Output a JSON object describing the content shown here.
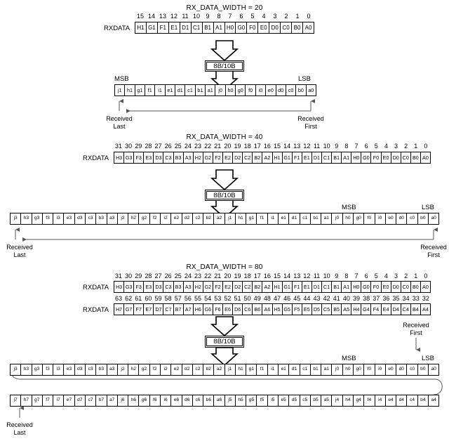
{
  "diagram": {
    "title_20": "RX_DATA_WIDTH = 20",
    "title_40": "RX_DATA_WIDTH = 40",
    "title_80": "RX_DATA_WIDTH = 80",
    "rxdata_label": "RXDATA",
    "codec_label": "8B/10B",
    "msb_label": "MSB",
    "lsb_label": "LSB",
    "received_first": "Received\nFirst",
    "received_last": "Received\nLast",
    "received_first_line1": "Received",
    "received_first_line2": "First",
    "received_last_line1": "Received",
    "received_last_line2": "Last"
  },
  "section20": {
    "indices": [
      "15",
      "14",
      "13",
      "12",
      "11",
      "10",
      "9",
      "8",
      "7",
      "6",
      "5",
      "4",
      "3",
      "2",
      "1",
      "0"
    ],
    "rxdata": [
      "H1",
      "G1",
      "F1",
      "E1",
      "D1",
      "C1",
      "B1",
      "A1",
      "H0",
      "G0",
      "F0",
      "E0",
      "D0",
      "C0",
      "B0",
      "A0"
    ],
    "decoded": [
      "j1",
      "h1",
      "g1",
      "f1",
      "i1",
      "e1",
      "d1",
      "c1",
      "b1",
      "a1",
      "j0",
      "h0",
      "g0",
      "f0",
      "i0",
      "e0",
      "d0",
      "c0",
      "b0",
      "a0"
    ]
  },
  "section40": {
    "indices": [
      "31",
      "30",
      "29",
      "28",
      "27",
      "26",
      "25",
      "24",
      "23",
      "22",
      "21",
      "20",
      "19",
      "18",
      "17",
      "16",
      "15",
      "14",
      "13",
      "12",
      "11",
      "10",
      "9",
      "8",
      "7",
      "6",
      "5",
      "4",
      "3",
      "2",
      "1",
      "0"
    ],
    "rxdata": [
      "H3",
      "G3",
      "F3",
      "E3",
      "D3",
      "C3",
      "B3",
      "A3",
      "H2",
      "G2",
      "F2",
      "E2",
      "D2",
      "C2",
      "B2",
      "A2",
      "H1",
      "G1",
      "F1",
      "E1",
      "D1",
      "C1",
      "B1",
      "A1",
      "H0",
      "G0",
      "F0",
      "E0",
      "D0",
      "C0",
      "B0",
      "A0"
    ],
    "decoded": [
      "j3",
      "h3",
      "g3",
      "f3",
      "i3",
      "e3",
      "d3",
      "c3",
      "b3",
      "a3",
      "j2",
      "h2",
      "g2",
      "f2",
      "i2",
      "e2",
      "d2",
      "c2",
      "b2",
      "a2",
      "j1",
      "h1",
      "g1",
      "f1",
      "i1",
      "e1",
      "d1",
      "c1",
      "b1",
      "a1",
      "j0",
      "h0",
      "g0",
      "f0",
      "i0",
      "e0",
      "d0",
      "c0",
      "b0",
      "a0"
    ]
  },
  "section80": {
    "indices_low": [
      "31",
      "30",
      "29",
      "28",
      "27",
      "26",
      "25",
      "24",
      "23",
      "22",
      "21",
      "20",
      "19",
      "18",
      "17",
      "16",
      "15",
      "14",
      "13",
      "12",
      "11",
      "10",
      "9",
      "8",
      "7",
      "6",
      "5",
      "4",
      "3",
      "2",
      "1",
      "0"
    ],
    "rxdata_low": [
      "H3",
      "G3",
      "F3",
      "E3",
      "D3",
      "C3",
      "B3",
      "A3",
      "H2",
      "G2",
      "F2",
      "E2",
      "D2",
      "C2",
      "B2",
      "A2",
      "H1",
      "G1",
      "F1",
      "E1",
      "D1",
      "C1",
      "B1",
      "A1",
      "H0",
      "G0",
      "F0",
      "E0",
      "D0",
      "C0",
      "B0",
      "A0"
    ],
    "indices_high": [
      "63",
      "62",
      "61",
      "60",
      "59",
      "58",
      "57",
      "56",
      "55",
      "54",
      "53",
      "52",
      "51",
      "50",
      "49",
      "48",
      "47",
      "46",
      "45",
      "44",
      "43",
      "42",
      "41",
      "40",
      "39",
      "38",
      "37",
      "36",
      "35",
      "34",
      "33",
      "32"
    ],
    "rxdata_high": [
      "H7",
      "G7",
      "F7",
      "E7",
      "D7",
      "C7",
      "B7",
      "A7",
      "H6",
      "G6",
      "F6",
      "E6",
      "D6",
      "C6",
      "B6",
      "A6",
      "H5",
      "G5",
      "F5",
      "E5",
      "D5",
      "C5",
      "B5",
      "A5",
      "H4",
      "G4",
      "F4",
      "E4",
      "D4",
      "C4",
      "B4",
      "A4"
    ],
    "decoded_low": [
      "j3",
      "h3",
      "g3",
      "f3",
      "i3",
      "e3",
      "d3",
      "c3",
      "b3",
      "a3",
      "j2",
      "h2",
      "g2",
      "f2",
      "i2",
      "e2",
      "d2",
      "c2",
      "b2",
      "a2",
      "j1",
      "h1",
      "g1",
      "f1",
      "i1",
      "e1",
      "d1",
      "c1",
      "b1",
      "a1",
      "j0",
      "h0",
      "g0",
      "f0",
      "i0",
      "e0",
      "d0",
      "c0",
      "b0",
      "a0"
    ],
    "decoded_high": [
      "j7",
      "h7",
      "g7",
      "f7",
      "i7",
      "e7",
      "d7",
      "c7",
      "b7",
      "a7",
      "j6",
      "h6",
      "g6",
      "f6",
      "i6",
      "e6",
      "d6",
      "c6",
      "b6",
      "a6",
      "j5",
      "h5",
      "g5",
      "f5",
      "i5",
      "e5",
      "d5",
      "c5",
      "b5",
      "a5",
      "j4",
      "h4",
      "g4",
      "f4",
      "i4",
      "e4",
      "d4",
      "c4",
      "b4",
      "a4"
    ]
  },
  "colors": {
    "ink": "#000000",
    "line": "#555555",
    "background": "#ffffff"
  }
}
